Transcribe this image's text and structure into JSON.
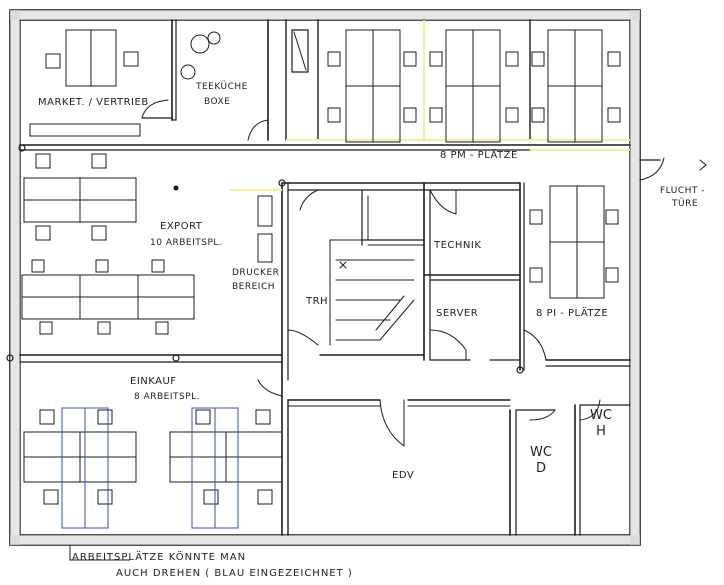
{
  "labels": {
    "marketing": "MARKET. / VERTRIEB",
    "teekueche_1": "TEEKÜCHE",
    "teekueche_2": "BOXE",
    "pm_plaetze": "8 PM - PLÄTZE",
    "flucht_1": "FLUCHT -",
    "flucht_2": "TÜRE",
    "export_1": "EXPORT",
    "export_2": "10 ARBEITSPL.",
    "drucker_1": "DRUCKER",
    "drucker_2": "BEREICH",
    "trh": "TRH",
    "technik": "TECHNIK",
    "server": "SERVER",
    "pi_plaetze": "8 PI - PLÄTZE",
    "einkauf_1": "EINKAUF",
    "einkauf_2": "8 ARBEITSPL.",
    "edv": "EDV",
    "wc_h_1": "WC",
    "wc_h_2": "H",
    "wc_d_1": "WC",
    "wc_d_2": "D",
    "note_1": "ARBEITSPLÄTZE KÖNNTE MAN",
    "note_2": "AUCH DREHEN ( BLAU EINGEZEICHNET )"
  },
  "colors": {
    "ink": "#1c1c1c",
    "wall_fill": "#cfcfcf",
    "yellow": "#f3ef9a",
    "blue": "#3a4fb8"
  }
}
